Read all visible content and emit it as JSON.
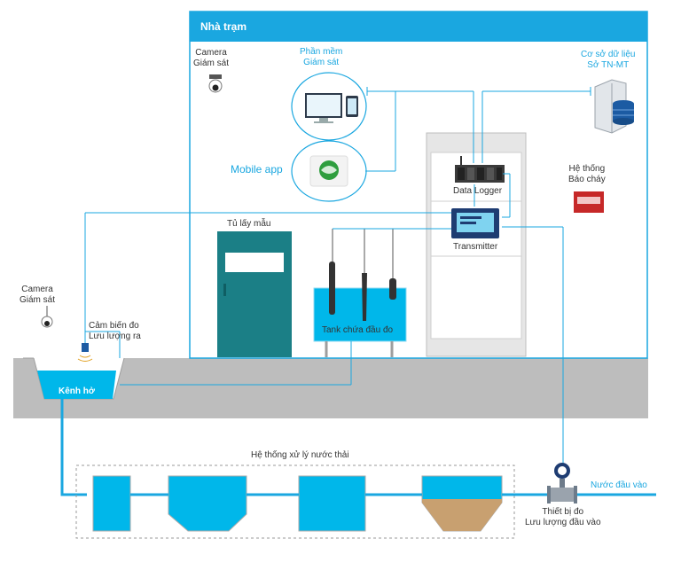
{
  "station": {
    "title": "Nhà trạm"
  },
  "labels": {
    "camera_station": "Camera\nGiám sát",
    "software": "Phần mềm\nGiám sát",
    "database": "Cơ sở dữ liệu\nSở TN-MT",
    "mobile_app": "Mobile app",
    "fire_system": "Hệ thống\nBáo cháy",
    "data_logger": "Data Logger",
    "transmitter": "Transmitter",
    "sampler_cabinet": "Tủ lấy mẫu",
    "tank": "Tank chứa đầu đo",
    "camera_channel": "Camera\nGiám sát",
    "outflow_sensor": "Cảm biến đo\nLưu lượng ra",
    "open_channel": "Kênh hở",
    "treatment_system": "Hệ thống xử lý nước thải",
    "inflow_meter": "Thiết bị đo\nLưu lượng đầu vào",
    "inflow_water": "Nước đầu vào"
  },
  "colors": {
    "accent": "#1aa7e0",
    "ground": "#bdbdbd",
    "cabinet": "#1b7f86",
    "water": "#00b7ea",
    "frame": "#e9e9e9"
  },
  "icons": {
    "camera": "dome-camera-icon",
    "server": "database-server-icon",
    "monitor": "computer-monitor-icon",
    "phone": "smartphone-icon",
    "app": "leaf-app-icon",
    "fire": "fire-alarm-icon",
    "logger": "data-logger-icon",
    "transmitter": "transmitter-icon",
    "flowmeter": "flow-meter-icon"
  }
}
